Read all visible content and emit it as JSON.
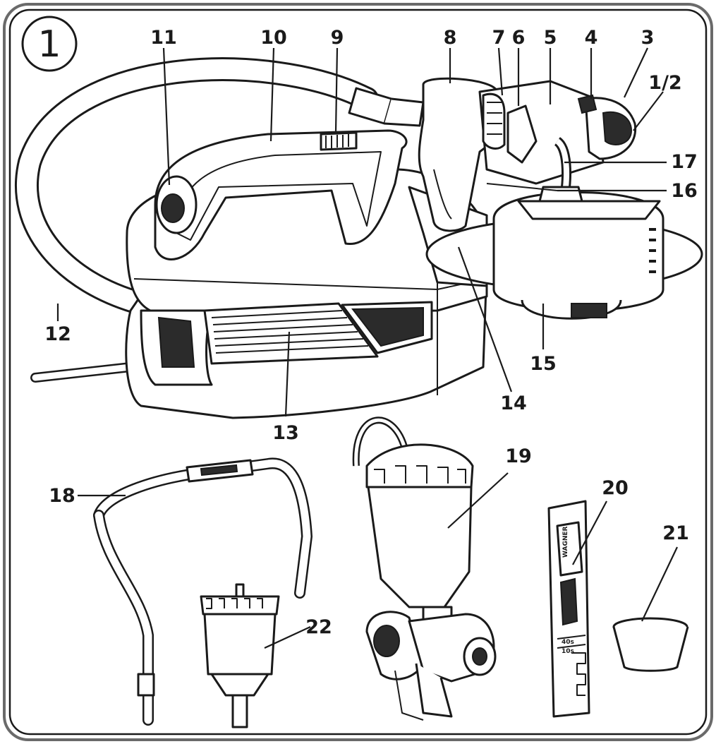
{
  "figure": {
    "number": "1"
  },
  "labels": {
    "l1_2": "1/2",
    "l3": "3",
    "l4": "4",
    "l5": "5",
    "l6": "6",
    "l7": "7",
    "l8": "8",
    "l9": "9",
    "l10": "10",
    "l11": "11",
    "l12": "12",
    "l13": "13",
    "l14": "14",
    "l15": "15",
    "l16": "16",
    "l17": "17",
    "l18": "18",
    "l19": "19",
    "l20": "20",
    "l21": "21",
    "l22": "22"
  },
  "ruler": {
    "brand": "WAGNER",
    "mark_top": "40s",
    "mark_bottom": "10s"
  }
}
